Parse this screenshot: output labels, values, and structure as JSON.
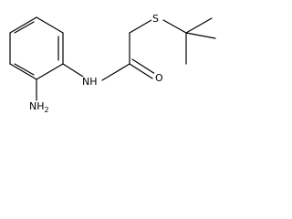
{
  "atoms": {
    "amine": "NH2",
    "amide_nitrogen": "NH",
    "carbonyl_oxygen": "O",
    "sulfur": "S"
  }
}
